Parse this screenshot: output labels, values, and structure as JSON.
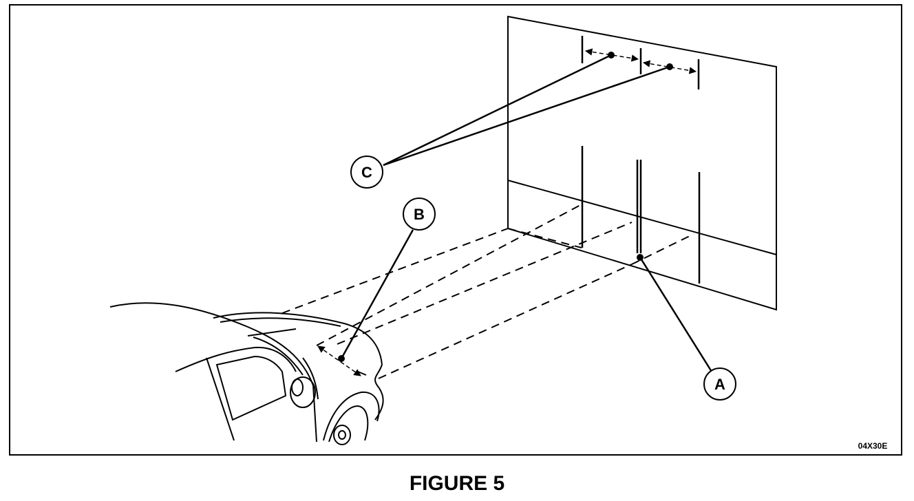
{
  "callouts": {
    "a": "A",
    "b": "B",
    "c": "C"
  },
  "reference_code": "04X30E",
  "caption": "FIGURE 5"
}
